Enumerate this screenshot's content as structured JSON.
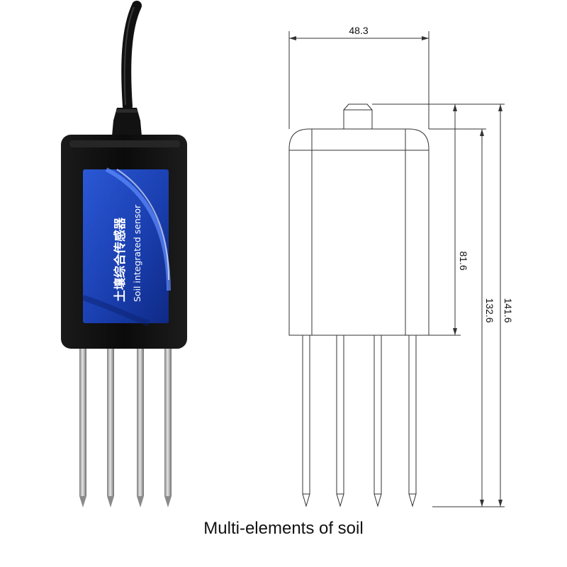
{
  "product": {
    "label_cn": "土壤综合传感器",
    "label_en": "Soil integrated sensor",
    "body_color": "#0d0d0d",
    "label_color": "#1a3fb0",
    "probe_color": "#b8b8b8"
  },
  "drawing": {
    "dimensions": {
      "width": "48.3",
      "body_height": "81.6",
      "height_without_cap": "132.6",
      "total_height": "141.6"
    },
    "line_color": "#333333"
  },
  "caption": "Multi-elements of soil"
}
